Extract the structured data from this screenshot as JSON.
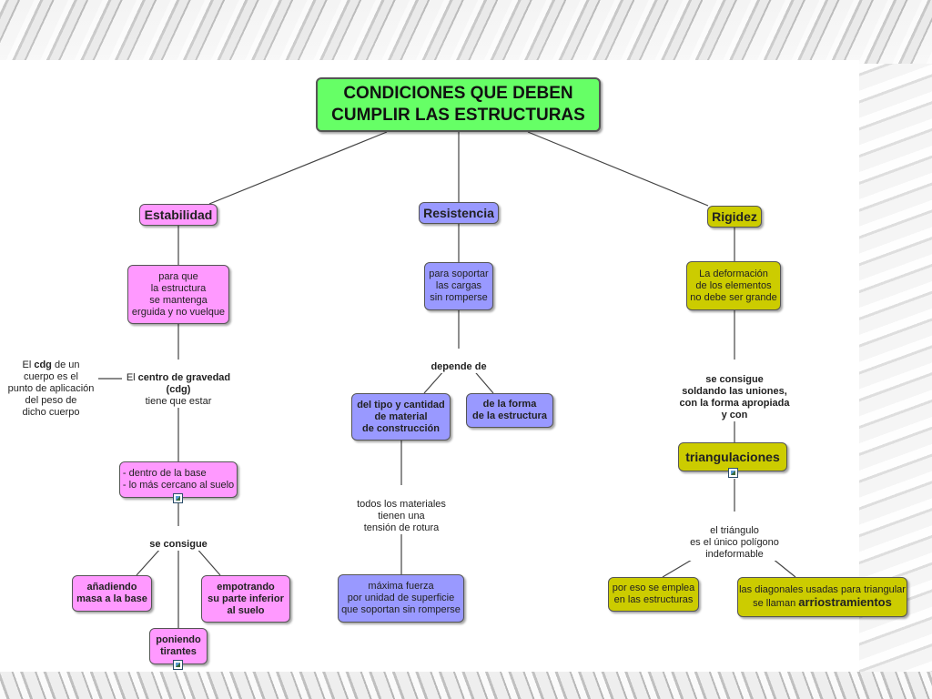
{
  "title": "CONDICIONES QUE DEBEN\nCUMPLIR LAS ESTRUCTURAS",
  "estabilidad": {
    "head": "Estabilidad",
    "purpose": "para que\nla estructura\nse mantenga\nerguida y no vuelque",
    "cdg_note_pre": "El ",
    "cdg_note_bold": "cdg",
    "cdg_note_post": " de un\ncuerpo es el\npunto de aplicación\ndel peso de\ndicho cuerpo",
    "cdg_pre": "El ",
    "cdg_bold": "centro de gravedad\n(cdg)",
    "cdg_post": "tiene que estar",
    "base": "- dentro de la base\n- lo más cercano al suelo",
    "se_consigue": "se consigue",
    "opt1": "añadiendo\nmasa a la base",
    "opt2": "empotrando\nsu parte inferior\nal suelo",
    "opt3": "poniendo\ntirantes"
  },
  "resistencia": {
    "head": "Resistencia",
    "purpose": "para soportar\nlas cargas\nsin romperse",
    "depende": "depende de",
    "tipo": "del tipo y cantidad\nde material\nde construcción",
    "forma": "de la forma\nde la estructura",
    "materiales": "todos los materiales\ntienen una\ntensión de rotura",
    "maxima": "máxima fuerza\npor unidad de superficie\nque soportan sin romperse"
  },
  "rigidez": {
    "head": "Rigidez",
    "purpose": "La deformación\nde los elementos\nno debe ser grande",
    "se_consigue": "se consigue\nsoldando las uniones,\ncon la forma apropiada\ny con",
    "triang": "triangulaciones",
    "triangulo": "el triángulo\nes el único polígono\nindeformable",
    "empleo": "por eso se emplea\nen las estructuras",
    "diag_pre": "las diagonales usadas para triangular\nse llaman ",
    "diag_bold": "arriostramientos"
  },
  "colors": {
    "title": "#66ff66",
    "estabilidad": "#ff99ff",
    "resistencia": "#9999ff",
    "rigidez": "#cccc00"
  }
}
